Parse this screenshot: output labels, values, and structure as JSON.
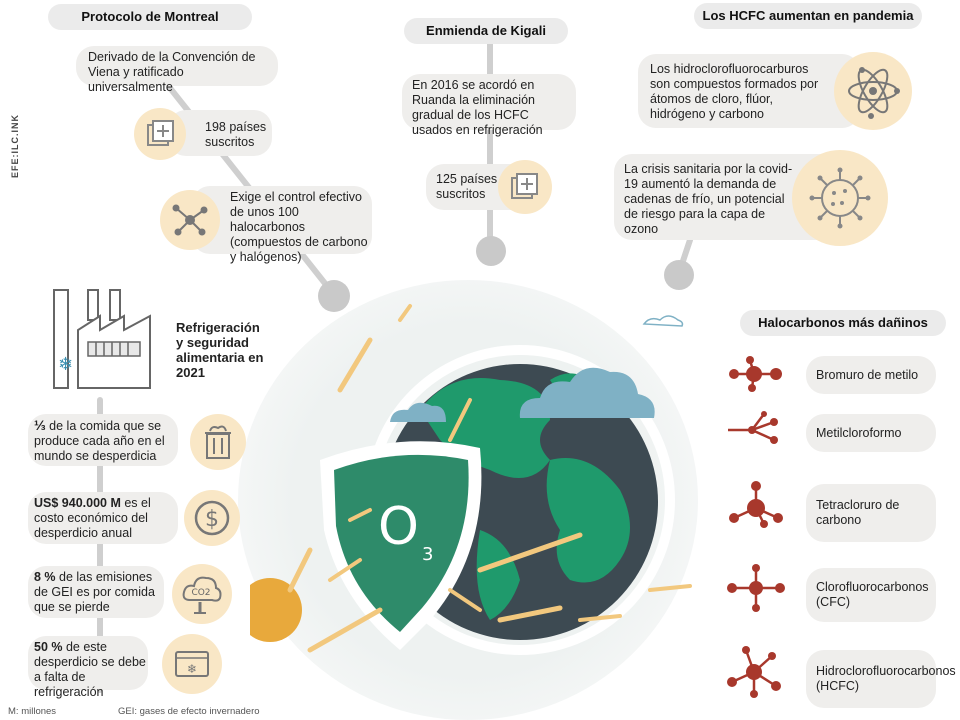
{
  "montreal": {
    "title": "Protocolo de Montreal",
    "box1": "Derivado de la Convención de Viena y ratificado universalmente",
    "box2": "198 países suscritos",
    "box3": "Exige el control efectivo de unos 100 halocarbonos (compuestos de carbono y halógenos)"
  },
  "kigali": {
    "title": "Enmienda de Kigali",
    "box1": "En 2016 se acordó en Ruanda la eliminación gradual de los HCFC usados en refrigeración",
    "box2": "125 países suscritos"
  },
  "hcfc": {
    "title": "Los HCFC aumentan en pandemia",
    "box1": "Los hidroclorofluorocarburos son compuestos formados por átomos de cloro, flúor, hidrógeno y carbono",
    "box2": "La crisis sanitaria por la covid-19 aumentó la demanda de cadenas de frío, un potencial de riesgo para la capa de ozono"
  },
  "refrigeracion": {
    "title": "Refrigeración y seguridad alimentaria en 2021",
    "items": [
      {
        "lead": "⅓",
        "text": " de la comida que se produce cada año en el mundo se desperdicia"
      },
      {
        "lead": "US$ 940.000 M",
        "text": " es el costo económico del desperdicio anual"
      },
      {
        "lead": "8 %",
        "text": " de las emisiones de GEI es por comida que se pierde"
      },
      {
        "lead": "50 %",
        "text": " de este desperdicio se debe a falta de refrigeración"
      }
    ]
  },
  "halocarbonos": {
    "title": "Halocarbonos más dañinos",
    "items": [
      "Bromuro de metilo",
      "Metilcloroformo",
      "Tetracloruro de carbono",
      "Clorofluorocarbonos (CFC)",
      "Hidroclorofluorocarbonos (HCFC)"
    ]
  },
  "ozone": {
    "label": "O",
    "sub": "3"
  },
  "co2": "CO2",
  "watermark": "EFE:ILC.INK",
  "footer": {
    "left": "M: millones",
    "right": "GEI: gases de efecto invernadero"
  },
  "colors": {
    "accent": "#f2c87e",
    "green": "#1f9a6c",
    "dark": "#3d4a52",
    "molecule": "#a8382c",
    "shield": "#2e8b6a"
  }
}
